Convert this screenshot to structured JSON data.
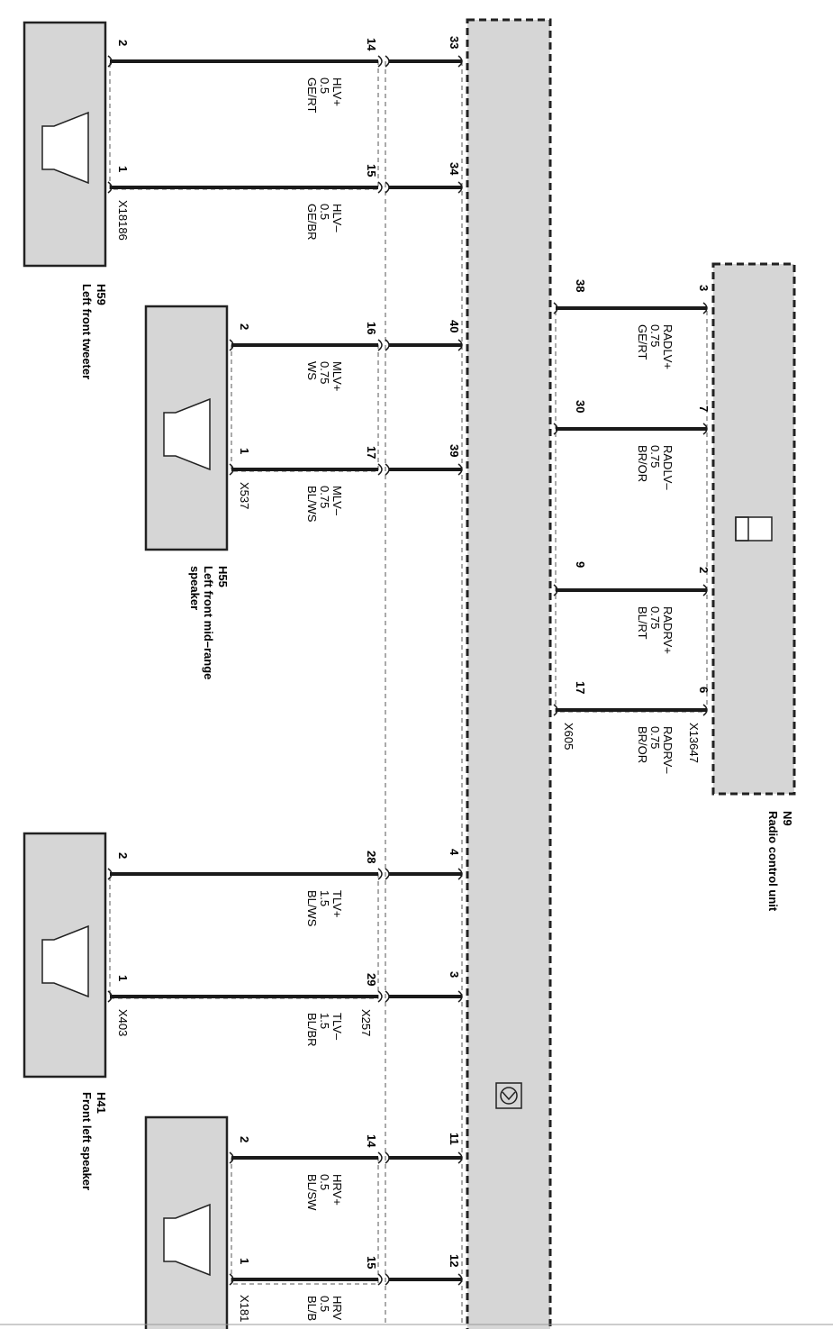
{
  "radio_unit": {
    "id": "N9",
    "name": "Radio control unit",
    "connector_radio": "X13647",
    "connector_amp": "X605"
  },
  "speakers": [
    {
      "key": "tweeter",
      "id": "H59",
      "name": "Left front tweeter",
      "connector": "X18186"
    },
    {
      "key": "midrange",
      "id": "H55",
      "name": "Left front mid–range speaker",
      "connector": "X537"
    },
    {
      "key": "front",
      "id": "H41",
      "name": "Front left speaker",
      "connector": "X403"
    },
    {
      "key": "right",
      "id": "",
      "name": "",
      "connector": "X181"
    }
  ],
  "connector_x257": "X257",
  "speaker_wires": [
    {
      "signal": "HLV+",
      "gauge": "0.5",
      "color": "GE/RT",
      "pin_speaker": "2",
      "pin_conn": "14",
      "pin_amp": "33"
    },
    {
      "signal": "HLV–",
      "gauge": "0.5",
      "color": "GE/BR",
      "pin_speaker": "1",
      "pin_conn": "15",
      "pin_amp": "34"
    },
    {
      "signal": "MLV+",
      "gauge": "0.75",
      "color": "WS",
      "pin_speaker": "2",
      "pin_conn": "16",
      "pin_amp": "40"
    },
    {
      "signal": "MLV–",
      "gauge": "0.75",
      "color": "BL/WS",
      "pin_speaker": "1",
      "pin_conn": "17",
      "pin_amp": "39"
    },
    {
      "signal": "TLV+",
      "gauge": "1.5",
      "color": "BL/WS",
      "pin_speaker": "2",
      "pin_conn": "28",
      "pin_amp": "4"
    },
    {
      "signal": "TLV–",
      "gauge": "1.5",
      "color": "BL/BR",
      "pin_speaker": "1",
      "pin_conn": "29",
      "pin_amp": "3"
    },
    {
      "signal": "HRV+",
      "gauge": "0.5",
      "color": "BL/SW",
      "pin_speaker": "2",
      "pin_conn": "14",
      "pin_amp": "11"
    },
    {
      "signal": "HRV",
      "gauge": "0.5",
      "color": "BL/B",
      "pin_speaker": "1",
      "pin_conn": "15",
      "pin_amp": "12"
    }
  ],
  "radio_wires": [
    {
      "signal": "RADLV+",
      "gauge": "0.75",
      "color": "GE/RT",
      "pin_radio": "3",
      "pin_amp": "38"
    },
    {
      "signal": "RADLV–",
      "gauge": "0.75",
      "color": "BR/OR",
      "pin_radio": "7",
      "pin_amp": "30"
    },
    {
      "signal": "RADRV+",
      "gauge": "0.75",
      "color": "BL/RT",
      "pin_radio": "2",
      "pin_amp": "9"
    },
    {
      "signal": "RADRV–",
      "gauge": "0.75",
      "color": "BR/OR",
      "pin_radio": "6",
      "pin_amp": "17"
    }
  ],
  "colors": {
    "component_fill": "#d4d4d4",
    "wire": "#1a1a1a",
    "outline": "#222222"
  }
}
